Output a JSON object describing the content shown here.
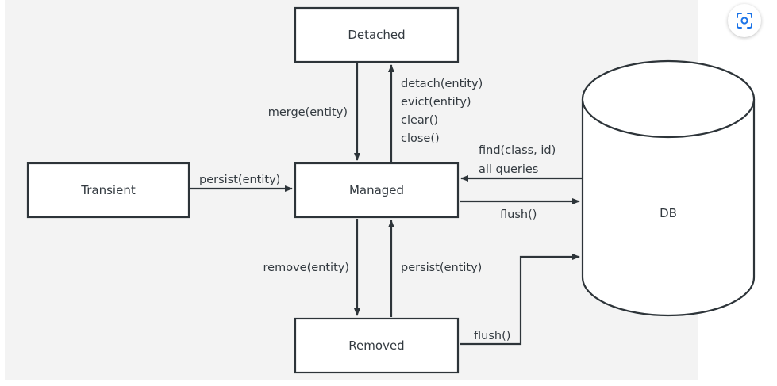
{
  "states": {
    "detached": "Detached",
    "transient": "Transient",
    "managed": "Managed",
    "removed": "Removed",
    "db": "DB"
  },
  "edges": {
    "merge": "merge(entity)",
    "detach_ops": [
      "detach(entity)",
      "evict(entity)",
      "clear()",
      "close()"
    ],
    "persist_transient": "persist(entity)",
    "find_ops": [
      "find(class, id)",
      "all queries"
    ],
    "flush_managed": "flush()",
    "remove": "remove(entity)",
    "persist_removed": "persist(entity)",
    "flush_removed": "flush()"
  },
  "colors": {
    "background": "#f3f3f3",
    "stroke": "#2d3439",
    "text": "#333a40",
    "accent": "#1a73e8"
  },
  "icons": {
    "lens_button": "google-lens-icon"
  }
}
